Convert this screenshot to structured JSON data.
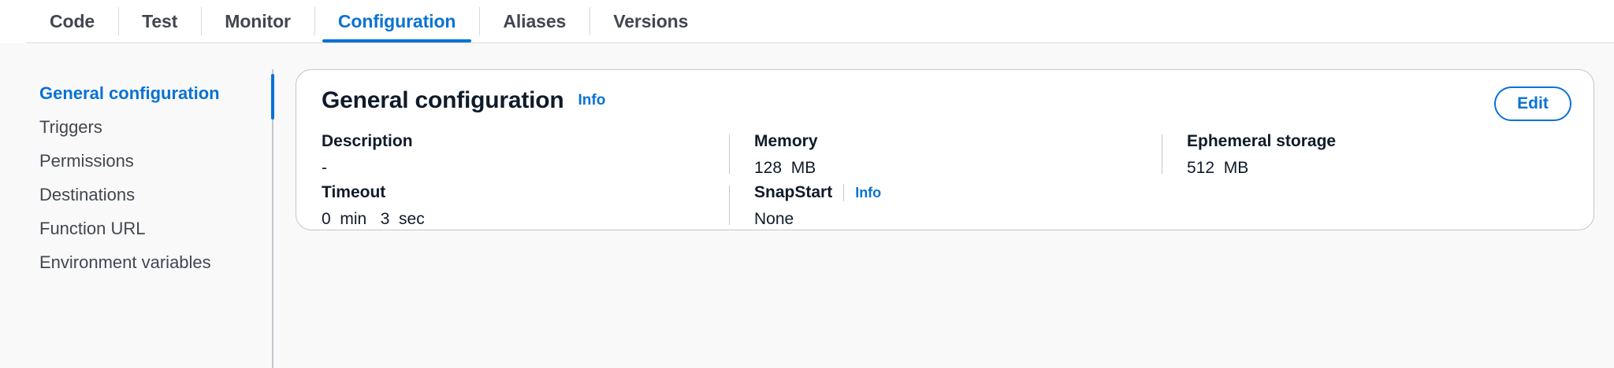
{
  "tabs": [
    {
      "label": "Code",
      "active": false
    },
    {
      "label": "Test",
      "active": false
    },
    {
      "label": "Monitor",
      "active": false
    },
    {
      "label": "Configuration",
      "active": true
    },
    {
      "label": "Aliases",
      "active": false
    },
    {
      "label": "Versions",
      "active": false
    }
  ],
  "sidebar": {
    "items": [
      {
        "label": "General configuration",
        "active": true
      },
      {
        "label": "Triggers",
        "active": false
      },
      {
        "label": "Permissions",
        "active": false
      },
      {
        "label": "Destinations",
        "active": false
      },
      {
        "label": "Function URL",
        "active": false
      },
      {
        "label": "Environment variables",
        "active": false
      }
    ]
  },
  "card": {
    "title": "General configuration",
    "info_label": "Info",
    "edit_label": "Edit",
    "rows": [
      [
        {
          "label": "Description",
          "value": "-",
          "info": null,
          "divided": false
        },
        {
          "label": "Memory",
          "value": "128  MB",
          "info": null,
          "divided": true
        },
        {
          "label": "Ephemeral storage",
          "value": "512  MB",
          "info": null,
          "divided": true
        }
      ],
      [
        {
          "label": "Timeout",
          "value": "0  min   3  sec",
          "info": null,
          "divided": false
        },
        {
          "label": "SnapStart",
          "value": "None",
          "info": "Info",
          "divided": true
        },
        {
          "label": "",
          "value": "",
          "info": null,
          "divided": false
        }
      ]
    ]
  },
  "colors": {
    "accent": "#0972d3",
    "text": "#0f1b2a",
    "muted": "#424650",
    "border": "#c6c6cd",
    "page_bg": "#f9f9fa"
  }
}
